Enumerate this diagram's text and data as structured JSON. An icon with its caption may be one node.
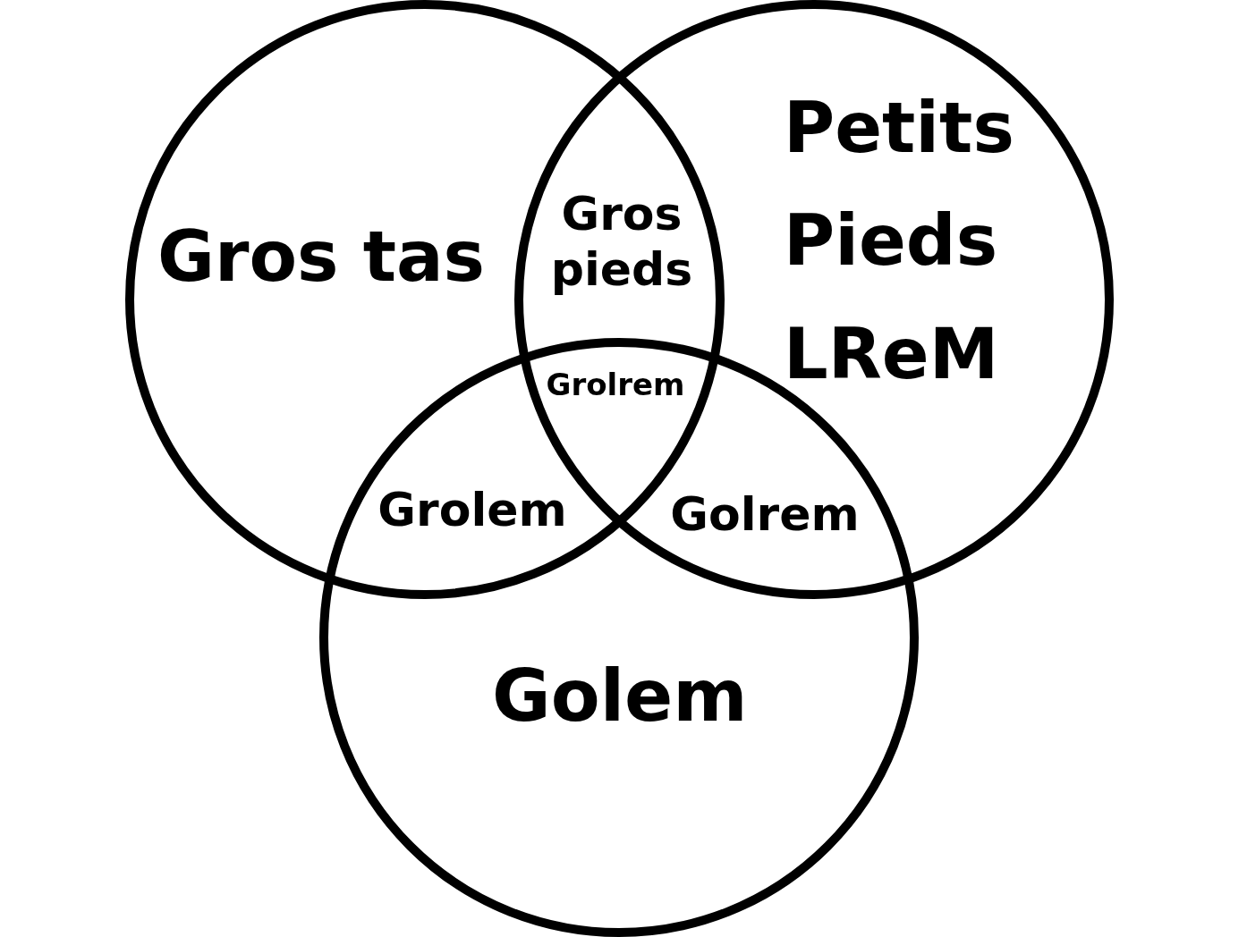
{
  "diagram": {
    "nodes": [
      {
        "text": [
          "Gros tas"
        ]
      },
      {
        "text": [
          "Petits Pieds LReM"
        ]
      },
      {
        "text": [
          "Golem"
        ]
      }
    ],
    "labels": [
      "Gros pieds",
      "Grolrem",
      "Grolem",
      "Golrem"
    ]
  }
}
